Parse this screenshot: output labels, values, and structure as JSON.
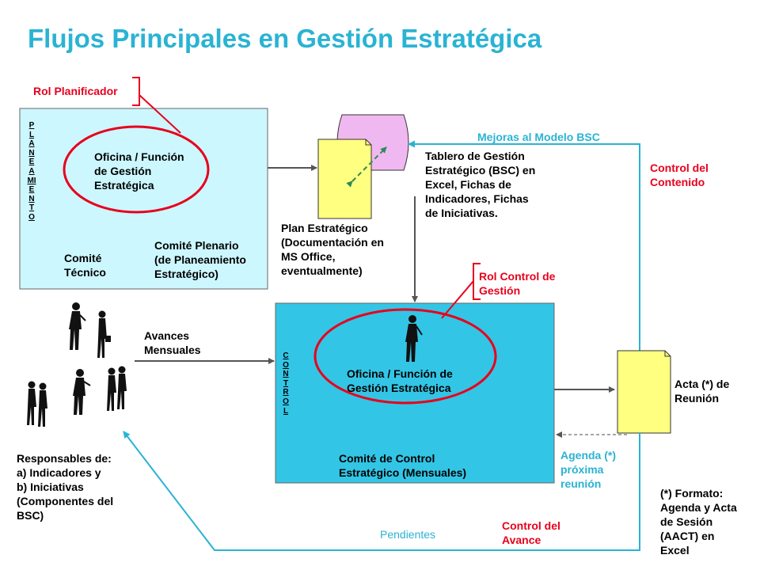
{
  "title": "Flujos Principales en Gestión Estratégica",
  "roles": {
    "planificador": "Rol Planificador",
    "control_gestion": "Rol Control de\nGestión"
  },
  "planeamiento": {
    "vertical_label": "PLANEAMIENTO",
    "oficina": "Oficina / Función\nde Gestión\nEstratégica",
    "comite_tecnico": "Comité\nTécnico",
    "comite_plenario": "Comité Plenario\n(de Planeamiento\nEstratégico)"
  },
  "plan_estrategico": "Plan Estratégico\n(Documentación en\nMS Office,\neventualmente)",
  "tablero": "Tablero de Gestión\nEstratégico (BSC)  en\nExcel, Fichas de\nIndicadores, Fichas\nde Iniciativas.",
  "mejoras": "Mejoras al Modelo BSC",
  "control_contenido": "Control del\nContenido",
  "avances": "Avances\nMensuales",
  "control": {
    "vertical_label": "CONTROL",
    "oficina": "Oficina / Función de\nGestión Estratégica",
    "comite": "Comité de Control\nEstratégico (Mensuales)"
  },
  "acta": "Acta (*) de\nReunión",
  "agenda": "Agenda (*)\npróxima\nreunión",
  "formato": "(*) Formato:\nAgenda y Acta\nde Sesión\n(AACT) en\nExcel",
  "responsables": "Responsables de:\na) Indicadores y\nb) Iniciativas\n(Componentes del\nBSC)",
  "pendientes": "Pendientes",
  "control_avance": "Control del\nAvance",
  "colors": {
    "accent": "#2ab3d3",
    "red": "#e8001c",
    "box_light": "#ccf7ff",
    "box_control": "#33c5e5",
    "doc_yellow": "#ffff80",
    "doc_pink": "#f0b8f0"
  },
  "icons": [
    "person-icon",
    "document-icon",
    "spreadsheet-icon"
  ]
}
